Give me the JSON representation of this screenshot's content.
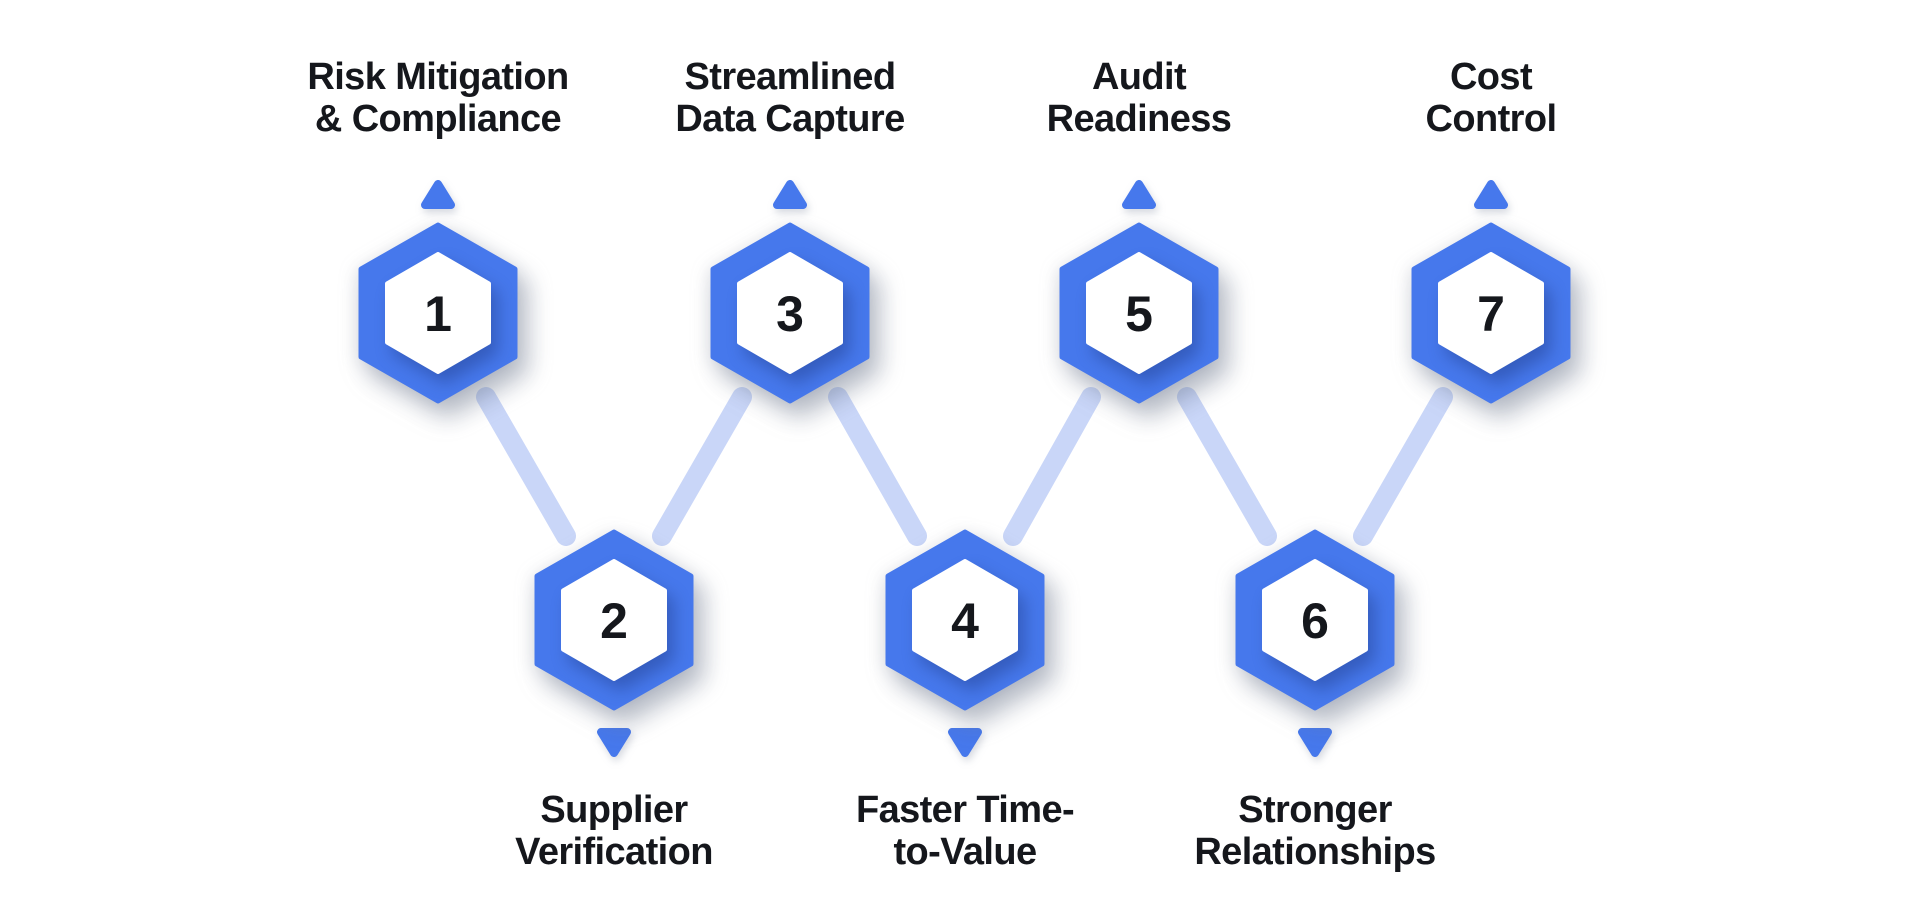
{
  "diagram": {
    "type": "zigzag-hexagon-process",
    "nodes": [
      {
        "number": "1",
        "row": "top",
        "label": "Risk Mitigation & Compliance",
        "label_line1": "Risk Mitigation",
        "label_line2": "& Compliance"
      },
      {
        "number": "2",
        "row": "bottom",
        "label": "Supplier Verification",
        "label_line1": "Supplier",
        "label_line2": "Verification"
      },
      {
        "number": "3",
        "row": "top",
        "label": "Streamlined Data Capture",
        "label_line1": "Streamlined",
        "label_line2": "Data Capture"
      },
      {
        "number": "4",
        "row": "bottom",
        "label": "Faster Time-to-Value",
        "label_line1": "Faster Time-",
        "label_line2": "to-Value"
      },
      {
        "number": "5",
        "row": "top",
        "label": "Audit Readiness",
        "label_line1": "Audit",
        "label_line2": "Readiness"
      },
      {
        "number": "6",
        "row": "bottom",
        "label": "Stronger Relationships",
        "label_line1": "Stronger",
        "label_line2": "Relationships"
      },
      {
        "number": "7",
        "row": "top",
        "label": "Cost Control",
        "label_line1": "Cost",
        "label_line2": "Control"
      }
    ],
    "colors": {
      "hexagon_blue": "#4678EC",
      "connector_light_blue": "#C9D6F8",
      "text_color": "#15171C",
      "node_fill": "#FFFFFF",
      "background": "#FFFFFF"
    }
  }
}
